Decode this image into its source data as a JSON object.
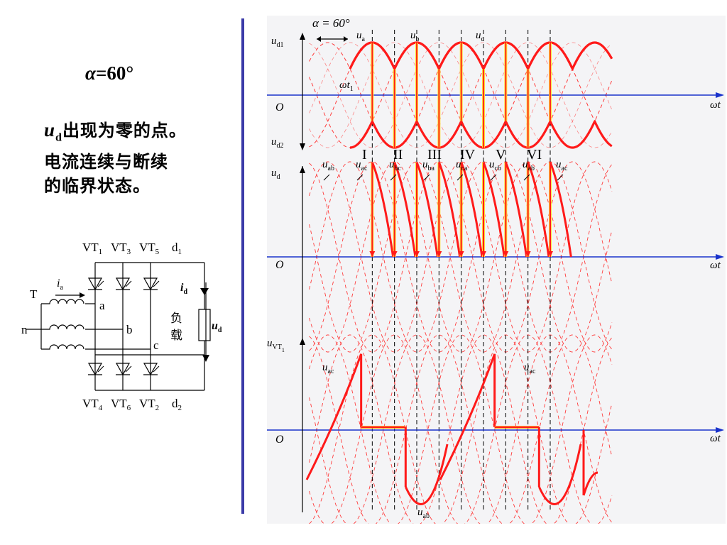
{
  "slide": {
    "alpha_symbol": "α",
    "alpha_value": "=60°",
    "desc_var": "u",
    "desc_sub": "d",
    "desc_line1": "出现为零的点。",
    "desc_line2": "电流连续与断续",
    "desc_line3": "的临界状态。"
  },
  "circuit": {
    "top_labels": {
      "vt1": "VT",
      "vt1_sub": "1",
      "vt3": "VT",
      "vt3_sub": "3",
      "vt5": "VT",
      "vt5_sub": "5",
      "d1": "d",
      "d1_sub": "1"
    },
    "bottom_labels": {
      "vt4": "VT",
      "vt4_sub": "4",
      "vt6": "VT",
      "vt6_sub": "6",
      "vt2": "VT",
      "vt2_sub": "2",
      "d2": "d",
      "d2_sub": "2"
    },
    "t_label": "T",
    "n_label": "n",
    "ia": "i",
    "ia_sub": "a",
    "node_a": "a",
    "node_b": "b",
    "node_c": "c",
    "id": "i",
    "id_sub": "d",
    "load_1": "负",
    "load_2": "载",
    "ud": "u",
    "ud_sub": "d"
  },
  "plot": {
    "alpha_annot": "α = 60°",
    "omega_t": "ωt",
    "origin": "O",
    "wt1": "ωt",
    "wt1_sub": "1",
    "p1": {
      "ud1": "u",
      "ud1_sub": "d1",
      "ud2": "u",
      "ud2_sub": "d2",
      "ua": "u",
      "ua_sub": "a",
      "ub": "u",
      "ub_sub": "b",
      "uc": "u",
      "uc_sub": "c"
    },
    "p2": {
      "ud": "u",
      "ud_sub": "d",
      "intervals": [
        "I",
        "II",
        "III",
        "IV",
        "V",
        "VI"
      ],
      "labels": [
        {
          "t": "u",
          "s": "ab"
        },
        {
          "t": "u",
          "s": "ac"
        },
        {
          "t": "u",
          "s": "bc"
        },
        {
          "t": "u",
          "s": "ba"
        },
        {
          "t": "u",
          "s": "ca"
        },
        {
          "t": "u",
          "s": "cb"
        },
        {
          "t": "u",
          "s": "ab"
        },
        {
          "t": "u",
          "s": "ac"
        }
      ]
    },
    "p3": {
      "uvt": "u",
      "uvt_sub": "VT",
      "uvt_sub2": "1",
      "uac1": "u",
      "uac1_sub": "ac",
      "uac2": "u",
      "uac2_sub": "ac",
      "uab": "u",
      "uab_sub": "ab"
    }
  },
  "colors": {
    "wave": "#ff1a1a",
    "wave_dash": "#ff3b3b",
    "axis": "#1a33cc",
    "divider": "#3b3ba8",
    "highlight": "#ffe135"
  }
}
